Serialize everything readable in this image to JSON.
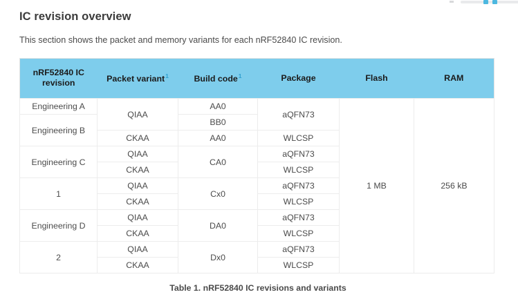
{
  "page": {
    "section_title": "IC revision overview",
    "intro": "This section shows the packet and memory variants for each nRF52840 IC revision.",
    "caption": "Table 1. nRF52840 IC revisions and variants",
    "header_bg": "#7ecdec",
    "footnote_marker": "1"
  },
  "table": {
    "columns": [
      {
        "label": "nRF52840 IC revision",
        "sup": ""
      },
      {
        "label": "Packet variant",
        "sup": "1"
      },
      {
        "label": "Build code",
        "sup": "1"
      },
      {
        "label": "Package",
        "sup": ""
      },
      {
        "label": "Flash",
        "sup": ""
      },
      {
        "label": "RAM",
        "sup": ""
      }
    ],
    "flash": "1 MB",
    "ram": "256 kB",
    "rows": [
      {
        "revision": "Engineering A",
        "revision_span": 1,
        "packet": "QIAA",
        "packet_span": 2,
        "build": "AA0",
        "build_span": 1,
        "package": "aQFN73",
        "package_span": 2
      },
      {
        "revision": "Engineering B",
        "revision_span": 2,
        "packet": "",
        "packet_span": 0,
        "build": "BB0",
        "build_span": 1,
        "package": "",
        "package_span": 0
      },
      {
        "revision": "",
        "revision_span": 0,
        "packet": "CKAA",
        "packet_span": 1,
        "build": "AA0",
        "build_span": 1,
        "package": "WLCSP",
        "package_span": 1
      },
      {
        "revision": "Engineering C",
        "revision_span": 2,
        "packet": "QIAA",
        "packet_span": 1,
        "build": "CA0",
        "build_span": 2,
        "package": "aQFN73",
        "package_span": 1
      },
      {
        "revision": "",
        "revision_span": 0,
        "packet": "CKAA",
        "packet_span": 1,
        "build": "",
        "build_span": 0,
        "package": "WLCSP",
        "package_span": 1
      },
      {
        "revision": "1",
        "revision_span": 2,
        "packet": "QIAA",
        "packet_span": 1,
        "build": "Cx0",
        "build_span": 2,
        "package": "aQFN73",
        "package_span": 1
      },
      {
        "revision": "",
        "revision_span": 0,
        "packet": "CKAA",
        "packet_span": 1,
        "build": "",
        "build_span": 0,
        "package": "WLCSP",
        "package_span": 1
      },
      {
        "revision": "Engineering D",
        "revision_span": 2,
        "packet": "QIAA",
        "packet_span": 1,
        "build": "DA0",
        "build_span": 2,
        "package": "aQFN73",
        "package_span": 1
      },
      {
        "revision": "",
        "revision_span": 0,
        "packet": "CKAA",
        "packet_span": 1,
        "build": "",
        "build_span": 0,
        "package": "WLCSP",
        "package_span": 1
      },
      {
        "revision": "2",
        "revision_span": 2,
        "packet": "QIAA",
        "packet_span": 1,
        "build": "Dx0",
        "build_span": 2,
        "package": "aQFN73",
        "package_span": 1
      },
      {
        "revision": "",
        "revision_span": 0,
        "packet": "CKAA",
        "packet_span": 1,
        "build": "",
        "build_span": 0,
        "package": "WLCSP",
        "package_span": 1
      }
    ]
  }
}
